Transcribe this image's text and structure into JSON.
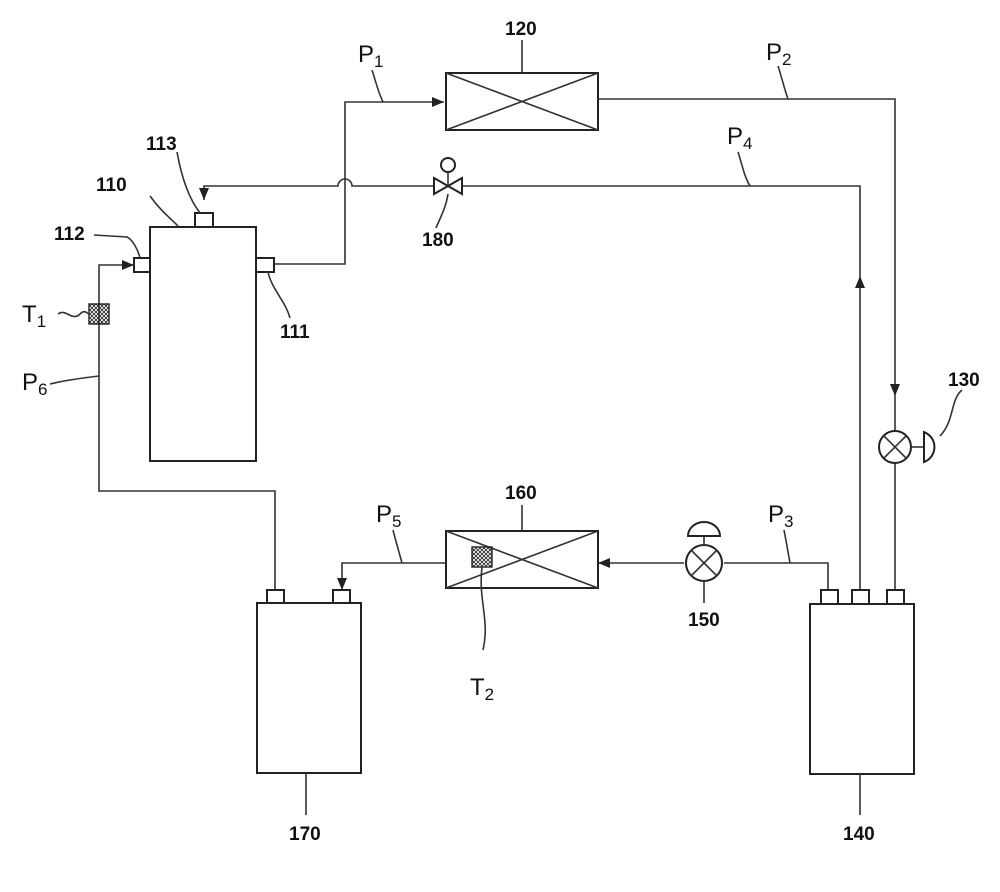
{
  "components": {
    "c110": "110",
    "c111": "111",
    "c112": "112",
    "c113": "113",
    "c120": "120",
    "c130": "130",
    "c140": "140",
    "c150": "150",
    "c160": "160",
    "c170": "170",
    "c180": "180"
  },
  "pipes": {
    "p1": {
      "letter": "P",
      "sub": "1"
    },
    "p2": {
      "letter": "P",
      "sub": "2"
    },
    "p3": {
      "letter": "P",
      "sub": "3"
    },
    "p4": {
      "letter": "P",
      "sub": "4"
    },
    "p5": {
      "letter": "P",
      "sub": "5"
    },
    "p6": {
      "letter": "P",
      "sub": "6"
    }
  },
  "sensors": {
    "t1": {
      "letter": "T",
      "sub": "1"
    },
    "t2": {
      "letter": "T",
      "sub": "2"
    }
  }
}
